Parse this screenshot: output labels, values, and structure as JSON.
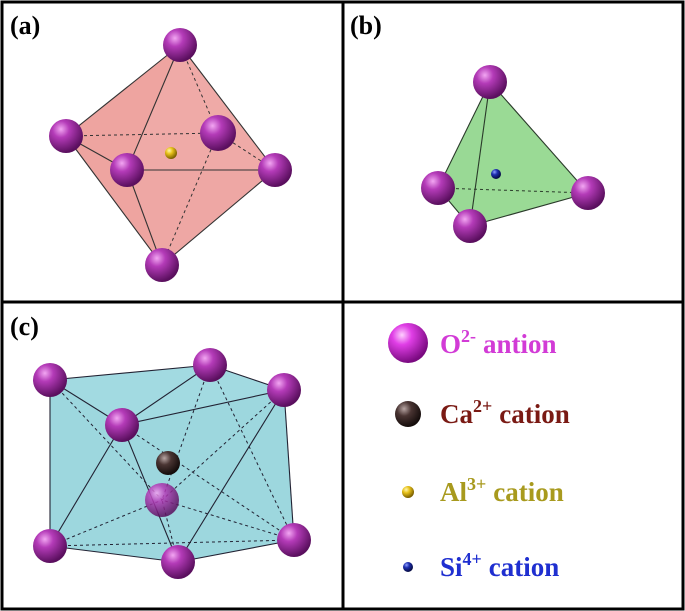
{
  "panels": {
    "a": {
      "label": "(a)"
    },
    "b": {
      "label": "(b)"
    },
    "c": {
      "label": "(c)"
    }
  },
  "legend": {
    "oxygen": {
      "element": "O",
      "charge": "2-",
      "word": "antion",
      "color": "#d23bd6"
    },
    "calcium": {
      "element": "Ca",
      "charge": "2+",
      "word": "cation",
      "color": "#7a1a14"
    },
    "aluminum": {
      "element": "Al",
      "charge": "3+",
      "word": "cation",
      "color": "#a89a1e"
    },
    "silicon": {
      "element": "Si",
      "charge": "4+",
      "word": "cation",
      "color": "#1f2fd0"
    }
  },
  "colors": {
    "octahedron_fill": "#e88a86",
    "tetrahedron_fill": "#7fcf7a",
    "polyhedron_c_fill": "#7cc9d3",
    "oxygen_sphere": "#9b2a9e",
    "calcium_sphere": "#3a2a28",
    "aluminum_sphere": "#e8c21a",
    "silicon_sphere": "#1e2fb0"
  }
}
